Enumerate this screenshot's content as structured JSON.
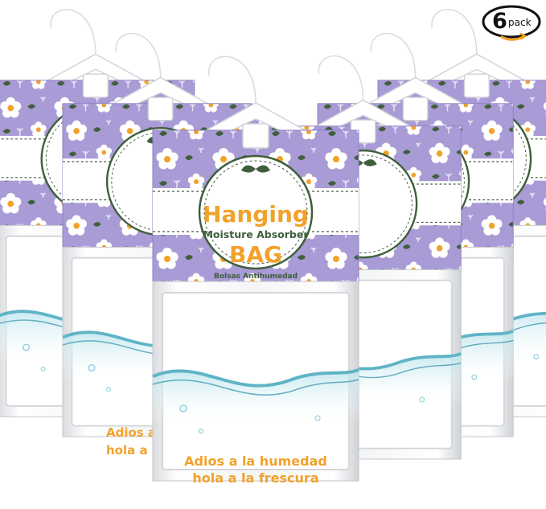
{
  "badge": {
    "count": "6",
    "word": "pack"
  },
  "label": {
    "title": "Hanging",
    "subtitle": "Moisture Absorber",
    "big": "BAG",
    "arc": "Bolsas Antihumedad"
  },
  "slogan": {
    "line1": "Adios a la humedad",
    "line2": "hola a la frescura"
  },
  "colors": {
    "lavender": "#a99bd6",
    "lavender_dark": "#9486c9",
    "orange": "#f2a12a",
    "green": "#3f5f3c",
    "water": "#5fb4c6",
    "water_dark": "#2d8fa6"
  }
}
